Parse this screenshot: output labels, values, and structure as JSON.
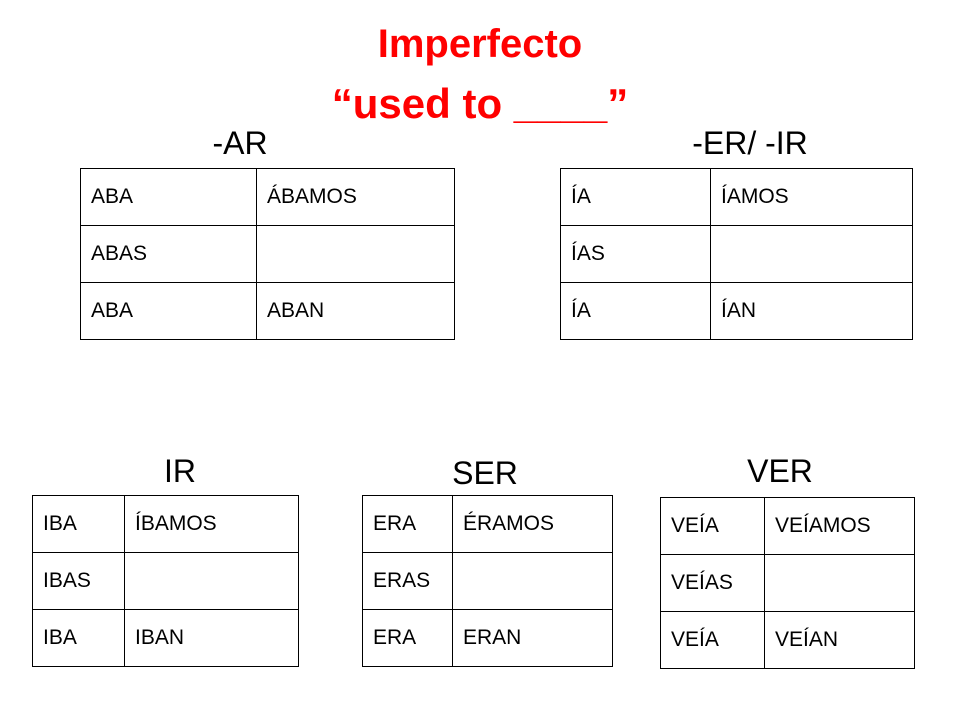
{
  "title": {
    "line1": "Imperfecto",
    "line2": "“used to ____”"
  },
  "colors": {
    "title": "#ff0000",
    "text": "#000000",
    "border": "#000000"
  },
  "sections": {
    "ar": {
      "heading": "-AR",
      "rows": [
        [
          "ABA",
          "ÁBAMOS"
        ],
        [
          "ABAS",
          ""
        ],
        [
          "ABA",
          "ABAN"
        ]
      ]
    },
    "erir": {
      "heading": "-ER/ -IR",
      "rows": [
        [
          "ÍA",
          "ÍAMOS"
        ],
        [
          "ÍAS",
          ""
        ],
        [
          "ÍA",
          "ÍAN"
        ]
      ]
    },
    "ir": {
      "heading": "IR",
      "rows": [
        [
          "IBA",
          "ÍBAMOS"
        ],
        [
          "IBAS",
          ""
        ],
        [
          "IBA",
          "IBAN"
        ]
      ]
    },
    "ser": {
      "heading": "SER",
      "rows": [
        [
          "ERA",
          "ÉRAMOS"
        ],
        [
          "ERAS",
          ""
        ],
        [
          "ERA",
          "ERAN"
        ]
      ]
    },
    "ver": {
      "heading": "VER",
      "rows": [
        [
          "VEÍA",
          "VEÍAMOS"
        ],
        [
          "VEÍAS",
          ""
        ],
        [
          "VEÍA",
          "VEÍAN"
        ]
      ]
    }
  }
}
